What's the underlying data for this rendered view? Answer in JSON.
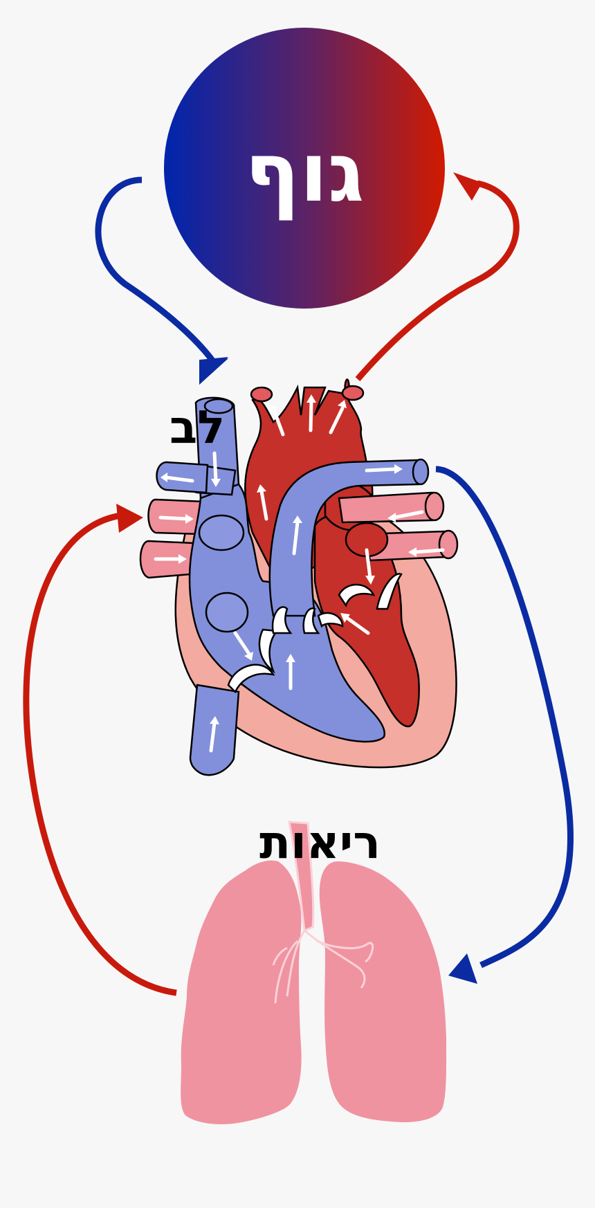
{
  "labels": {
    "body": "גוף",
    "heart": "לב",
    "lungs": "ריאות"
  },
  "colors": {
    "oxygenated_flow": "#c81a0c",
    "deoxygenated_flow": "#0b2ba3",
    "body_gradient_left": "#0025ad",
    "body_gradient_right": "#d11a00",
    "heart_blue": "#8290db",
    "heart_red": "#c5302a",
    "heart_muscle": "#f3aaa0",
    "vessel_pink": "#ee8f9a",
    "lungs_pink": "#ef93a1",
    "background": "#f7f7f7"
  }
}
